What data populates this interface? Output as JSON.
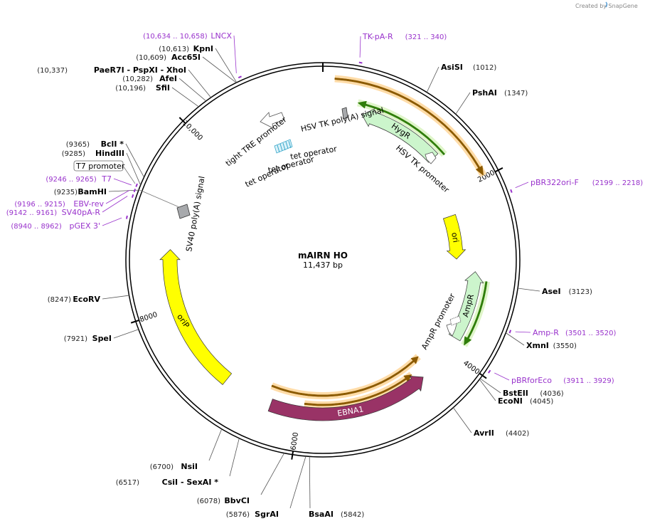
{
  "credit": "Created by SnapGene",
  "plasmid": {
    "name": "mAIRN HO",
    "size_label": "11,437 bp",
    "length": 11437
  },
  "ticks": [
    {
      "bp": 2000,
      "label": "2000"
    },
    {
      "bp": 4000,
      "label": "4000"
    },
    {
      "bp": 6000,
      "label": "6000"
    },
    {
      "bp": 8000,
      "label": "8000"
    },
    {
      "bp": 10000,
      "label": "10,000"
    }
  ],
  "sites": [
    {
      "bp": 1012,
      "name": "AsiSI",
      "pos": "(1012)",
      "side": "R"
    },
    {
      "bp": 1347,
      "name": "PshAI",
      "pos": "(1347)",
      "side": "R"
    },
    {
      "bp": 3123,
      "name": "AseI",
      "pos": "(3123)",
      "side": "R"
    },
    {
      "bp": 3550,
      "name": "XmnI",
      "pos": "(3550)",
      "side": "R"
    },
    {
      "bp": 4036,
      "name": "BstEII",
      "pos": "(4036)",
      "side": "R"
    },
    {
      "bp": 4045,
      "name": "EcoNI",
      "pos": "(4045)",
      "side": "R"
    },
    {
      "bp": 4402,
      "name": "AvrII",
      "pos": "(4402)",
      "side": "R"
    },
    {
      "bp": 5842,
      "name": "BsaAI",
      "pos": "(5842)",
      "side": "R"
    },
    {
      "bp": 5876,
      "name": "SgrAI",
      "pos": "(5876)",
      "side": "L"
    },
    {
      "bp": 6078,
      "name": "BbvCI",
      "pos": "(6078)",
      "side": "L"
    },
    {
      "bp": 6517,
      "name": "CsiI  - SexAI *",
      "pos": "(6517)",
      "side": "L"
    },
    {
      "bp": 6700,
      "name": "NsiI",
      "pos": "(6700)",
      "side": "L"
    },
    {
      "bp": 7921,
      "name": "SpeI",
      "pos": "(7921)",
      "side": "L"
    },
    {
      "bp": 8247,
      "name": "EcoRV",
      "pos": "(8247)",
      "side": "L"
    },
    {
      "bp": 9235,
      "name": "BamHI",
      "pos": "(9235)",
      "side": "L"
    },
    {
      "bp": 9285,
      "name": "HindIII",
      "pos": "(9285)",
      "side": "L"
    },
    {
      "bp": 9365,
      "name": "BclI *",
      "pos": "(9365)",
      "side": "L"
    },
    {
      "bp": 10196,
      "name": "SfiI",
      "pos": "(10,196)",
      "side": "L"
    },
    {
      "bp": 10282,
      "name": "AfeI",
      "pos": "(10,282)",
      "side": "L"
    },
    {
      "bp": 10337,
      "name": "PaeR7I  - PspXI  - XhoI",
      "pos": "(10,337)",
      "side": "L"
    },
    {
      "bp": 10609,
      "name": "Acc65I",
      "pos": "(10,609)",
      "side": "L"
    },
    {
      "bp": 10613,
      "name": "KpnI",
      "pos": "(10,613)",
      "side": "L"
    }
  ],
  "primers": [
    {
      "bp": 330,
      "name": "TK-pA-R",
      "range": "(321 .. 340)"
    },
    {
      "bp": 2208,
      "name": "pBR322ori-F",
      "range": "(2199 .. 2218)"
    },
    {
      "bp": 3510,
      "name": "Amp-R",
      "range": "(3501 .. 3520)"
    },
    {
      "bp": 3920,
      "name": "pBRforEco",
      "range": "(3911 .. 3929)"
    },
    {
      "bp": 8951,
      "name": "pGEX 3'",
      "range": "(8940 .. 8962)"
    },
    {
      "bp": 9151,
      "name": "SV40pA-R",
      "range": "(9142 .. 9161)"
    },
    {
      "bp": 9205,
      "name": "EBV-rev",
      "range": "(9196 .. 9215)"
    },
    {
      "bp": 9255,
      "name": "T7",
      "range": "(9246 .. 9265)"
    },
    {
      "bp": 10646,
      "name": "LNCX",
      "range": "(10,634 .. 10,658)"
    }
  ],
  "boxed_label": "T7 promoter",
  "features": [
    {
      "name": "HygR",
      "from": 480,
      "to": 1505,
      "color": "#ccf5cc"
    },
    {
      "name": "ori",
      "from": 2260,
      "to": 2850,
      "color": "#ffff00"
    },
    {
      "name": "AmpR",
      "from": 3000,
      "to": 3830,
      "color": "#ccf5cc"
    },
    {
      "name": "EBNA1",
      "from": 4430,
      "to": 6350,
      "color": "#993366"
    },
    {
      "name": "oriP",
      "from": 6950,
      "to": 8700,
      "color": "#ffff00"
    }
  ],
  "orfs": [
    {
      "from": 120,
      "to": 1980,
      "type": "orange",
      "dir": "cw"
    },
    {
      "from": 400,
      "to": 1560,
      "type": "green",
      "dir": "ccw"
    },
    {
      "from": 3100,
      "to": 3850,
      "type": "green",
      "dir": "cw"
    },
    {
      "from": 4520,
      "to": 5920,
      "type": "green",
      "dir": "cw"
    },
    {
      "from": 4520,
      "to": 5950,
      "type": "orange",
      "dir": "ccw"
    },
    {
      "from": 4300,
      "to": 6420,
      "type": "orange",
      "dir": "ccw"
    }
  ],
  "feature_labels": {
    "hsv_tk_polya": "HSV TK poly(A) signal",
    "hsv_tk_promoter": "HSV TK promoter",
    "tight_tre": "tight TRE promoter",
    "tet_op_1": "tet operator",
    "tet_op_2": "tet operator",
    "tet_op_3": "tet operator",
    "sv40_polya": "SV40 poly(A) signal",
    "ampr_promoter": "AmpR promoter"
  }
}
